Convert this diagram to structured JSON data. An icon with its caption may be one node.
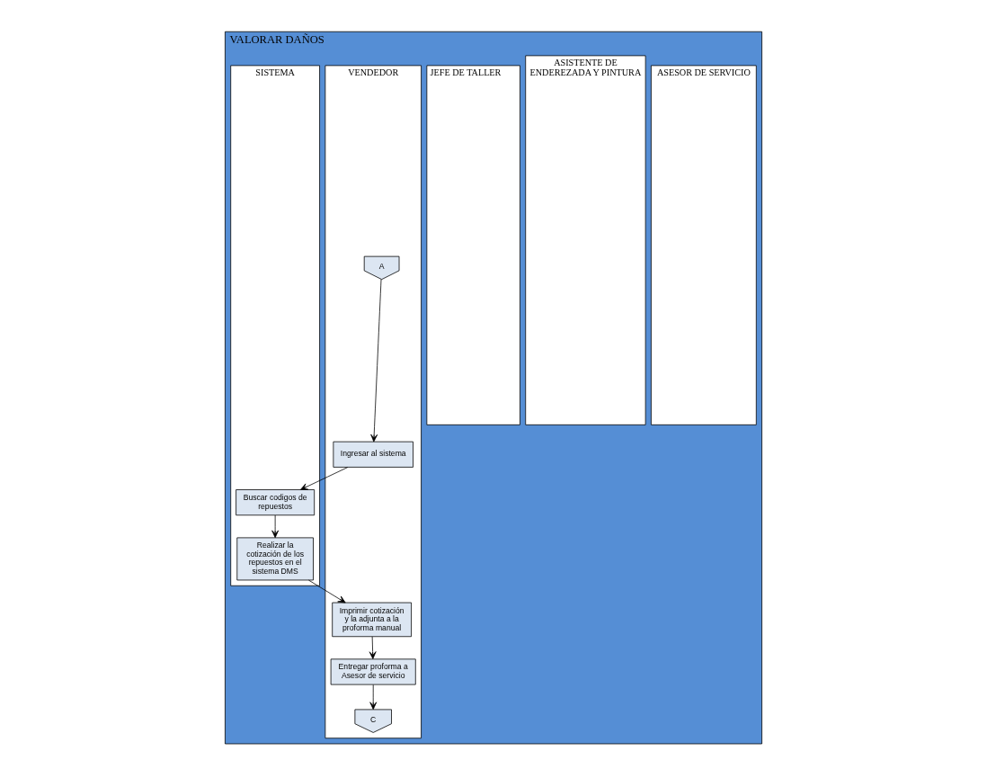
{
  "diagram": {
    "nodes": [
      {
        "text": [
          "VALORAR DAÑOS"
        ]
      },
      {
        "text": [
          "ASESOR DE SERVICIO"
        ],
        "in": 0
      },
      {
        "text": [
          "VENDEDOR"
        ],
        "in": 0
      },
      {
        "text": [
          "ASISTENTE DE ENDEREZADA Y PINTURA"
        ],
        "in": 0
      },
      {
        "text": [
          "JEFE DE TALLER"
        ],
        "in": 0
      },
      {
        "text": [
          "SISTEMA"
        ],
        "in": 0
      },
      {
        "text": [
          "A"
        ],
        "in": 2
      },
      {
        "text": [
          "Ingresar al sistema"
        ],
        "in": 2
      },
      {
        "text": [
          "Buscar codigos de repuestos"
        ],
        "in": 5
      },
      {
        "text": [
          "Realizar la cotización de los repuestos en el sistema DMS"
        ],
        "in": 5
      },
      {
        "text": [
          "Imprimir cotización y la adjunta a la proforma manual"
        ],
        "in": 2
      },
      {
        "text": [
          "Entregar proforma a Asesor de servicio"
        ],
        "in": 2
      },
      {
        "text": [
          "C"
        ],
        "in": 2
      }
    ],
    "edges": [
      {
        "from": 6,
        "to": 7,
        "arrow": "to"
      },
      {
        "from": 7,
        "to": 8,
        "arrow": "to"
      },
      {
        "from": 8,
        "to": 9,
        "arrow": "to"
      },
      {
        "from": 9,
        "to": 10,
        "arrow": "to"
      },
      {
        "from": 10,
        "to": 11,
        "arrow": "to"
      },
      {
        "from": 11,
        "to": 12,
        "arrow": "to"
      }
    ]
  }
}
